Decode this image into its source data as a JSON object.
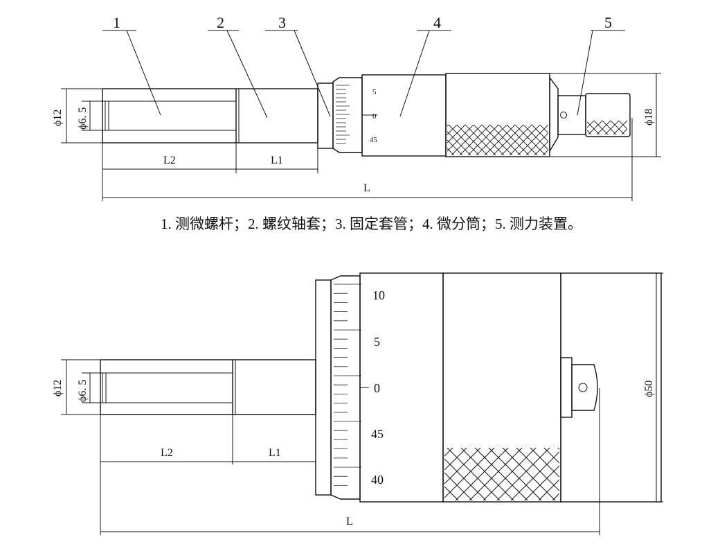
{
  "top_figure": {
    "callouts": [
      "1",
      "2",
      "3",
      "4",
      "5"
    ],
    "dims": {
      "d12": "ϕ12",
      "d65": "ϕ6. 5",
      "d18": "ϕ18",
      "L": "L",
      "L1": "L1",
      "L2": "L2"
    },
    "scale": [
      "5",
      "0",
      "45"
    ]
  },
  "caption": "1. 测微螺杆；2. 螺纹轴套；3. 固定套管；4. 微分筒；5. 测力装置。",
  "bottom_figure": {
    "dims": {
      "d12": "ϕ12",
      "d65": "ϕ6. 5",
      "d50": "ϕ50",
      "L": "L",
      "L1": "L1",
      "L2": "L2"
    },
    "scale": [
      "10",
      "5",
      "0",
      "45",
      "40"
    ]
  }
}
